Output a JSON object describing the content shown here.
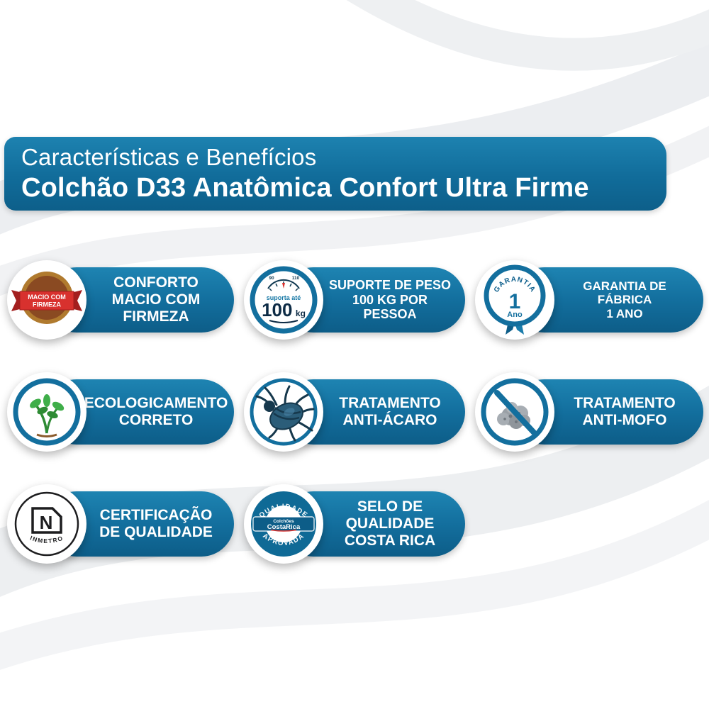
{
  "header": {
    "subtitle": "Características e Benefícios",
    "title": "Colchão D33 Anatômica Confort Ultra Firme"
  },
  "features": [
    {
      "name": "conforto-macio-com-firmeza",
      "label": "CONFORTO\nMACIO COM\nFIRMEZA",
      "icon": "macio-firmeza-seal-icon",
      "icon_text": {
        "line1": "MACIO COM",
        "line2": "FIRMEZA"
      }
    },
    {
      "name": "suporte-de-peso",
      "label": "SUPORTE DE PESO\n100 KG POR PESSOA",
      "icon": "weight-scale-icon",
      "icon_text": {
        "dial_left": "90",
        "dial_right": "110",
        "small": "suporta até",
        "value": "100",
        "unit": "kg"
      }
    },
    {
      "name": "garantia-de-fabrica",
      "label": "GARANTIA DE FÁBRICA\n1 ANO",
      "icon": "warranty-medal-icon",
      "icon_text": {
        "arc": "GARANTIA",
        "value": "1",
        "unit": "Ano"
      }
    },
    {
      "name": "ecologicamento-correto",
      "label": "ECOLOGICAMENTO\nCORRETO",
      "icon": "eco-plant-icon"
    },
    {
      "name": "tratamento-anti-acaro",
      "label": "TRATAMENTO\nANTI-ÁCARO",
      "icon": "dust-mite-icon"
    },
    {
      "name": "tratamento-anti-mofo",
      "label": "TRATAMENTO\nANTI-MOFO",
      "icon": "no-mold-icon"
    },
    {
      "name": "certificacao-de-qualidade",
      "label": "CERTIFICAÇÃO\nDE QUALIDADE",
      "icon": "inmetro-logo-icon",
      "icon_text": {
        "letter": "N",
        "brand": "INMETRO"
      }
    },
    {
      "name": "selo-qualidade-costa-rica",
      "label": "SELO DE\nQUALIDADE\nCOSTA RICA",
      "icon": "costa-rica-quality-seal-icon",
      "icon_text": {
        "arc_top": "QUALIDADE",
        "arc_bottom": "APROVADA",
        "brand_top": "Colchões",
        "brand_bottom": "CostaRica"
      }
    }
  ],
  "colors": {
    "teal": "#136f9e",
    "teal_dark": "#0d5d88",
    "teal_light": "#1e84b2",
    "text_white": "#ffffff",
    "ribbon_red": "#d8312e",
    "leaf_green": "#3fae49",
    "mold_gray": "#9aa0a6",
    "inmetro_black": "#1d1d1f"
  }
}
